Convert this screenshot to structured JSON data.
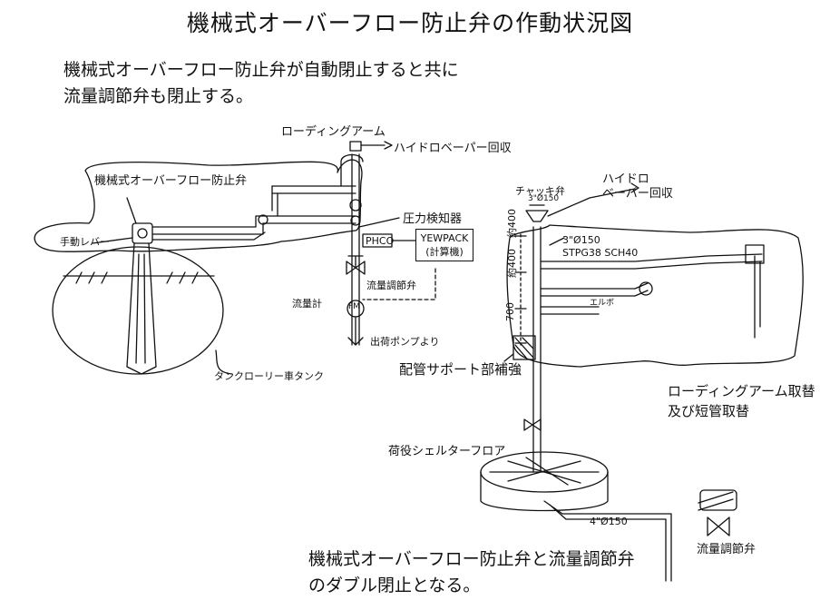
{
  "title": "機械式オーバーフロー防止弁の作動状況図",
  "notes": {
    "top_line1": "機械式オーバーフロー防止弁が自動閉止すると共に",
    "top_line2": "流量調節弁も閉止する。",
    "bottom_line1": "機械式オーバーフロー防止弁と流量調節弁",
    "bottom_line2": "のダブル閉止となる。"
  },
  "left_labels": {
    "loading_arm": "ローディングアーム",
    "valve": "機械式オーバーフロー防止弁",
    "hand_lever": "手動レバー",
    "vapor_recovery": "ハイドロベーパー回収",
    "pressure_detector": "圧力検知器",
    "phco": "PHCO",
    "yewpack_line1": "YEWPACK",
    "yewpack_line2": "(計算機)",
    "flow_control_valve": "流量調節弁",
    "flowmeter": "流量計",
    "fm": "FM",
    "from_pump": "出荷ポンプより",
    "tank": "タンクローリー車タンク"
  },
  "right_labels": {
    "check_valve": "チャッキ弁",
    "check_size": "3\"Ø150",
    "vapor_recovery_line1": "ハイドロ",
    "vapor_recovery_line2": "ベーパー回収",
    "pipe_line1": "3\"Ø150",
    "pipe_line2": "STPG38 SCH40",
    "dim1": "約400",
    "dim2": "約400",
    "dim3": "700",
    "elbow": "エルボ",
    "support": "配管サポート部補強",
    "replace_line1": "ローディングアーム取替",
    "replace_line2": "及び短管取替",
    "shelter_floor": "荷役シェルターフロア",
    "bottom_pipe": "4\"Ø150",
    "flow_control_valve": "流量調節弁"
  }
}
